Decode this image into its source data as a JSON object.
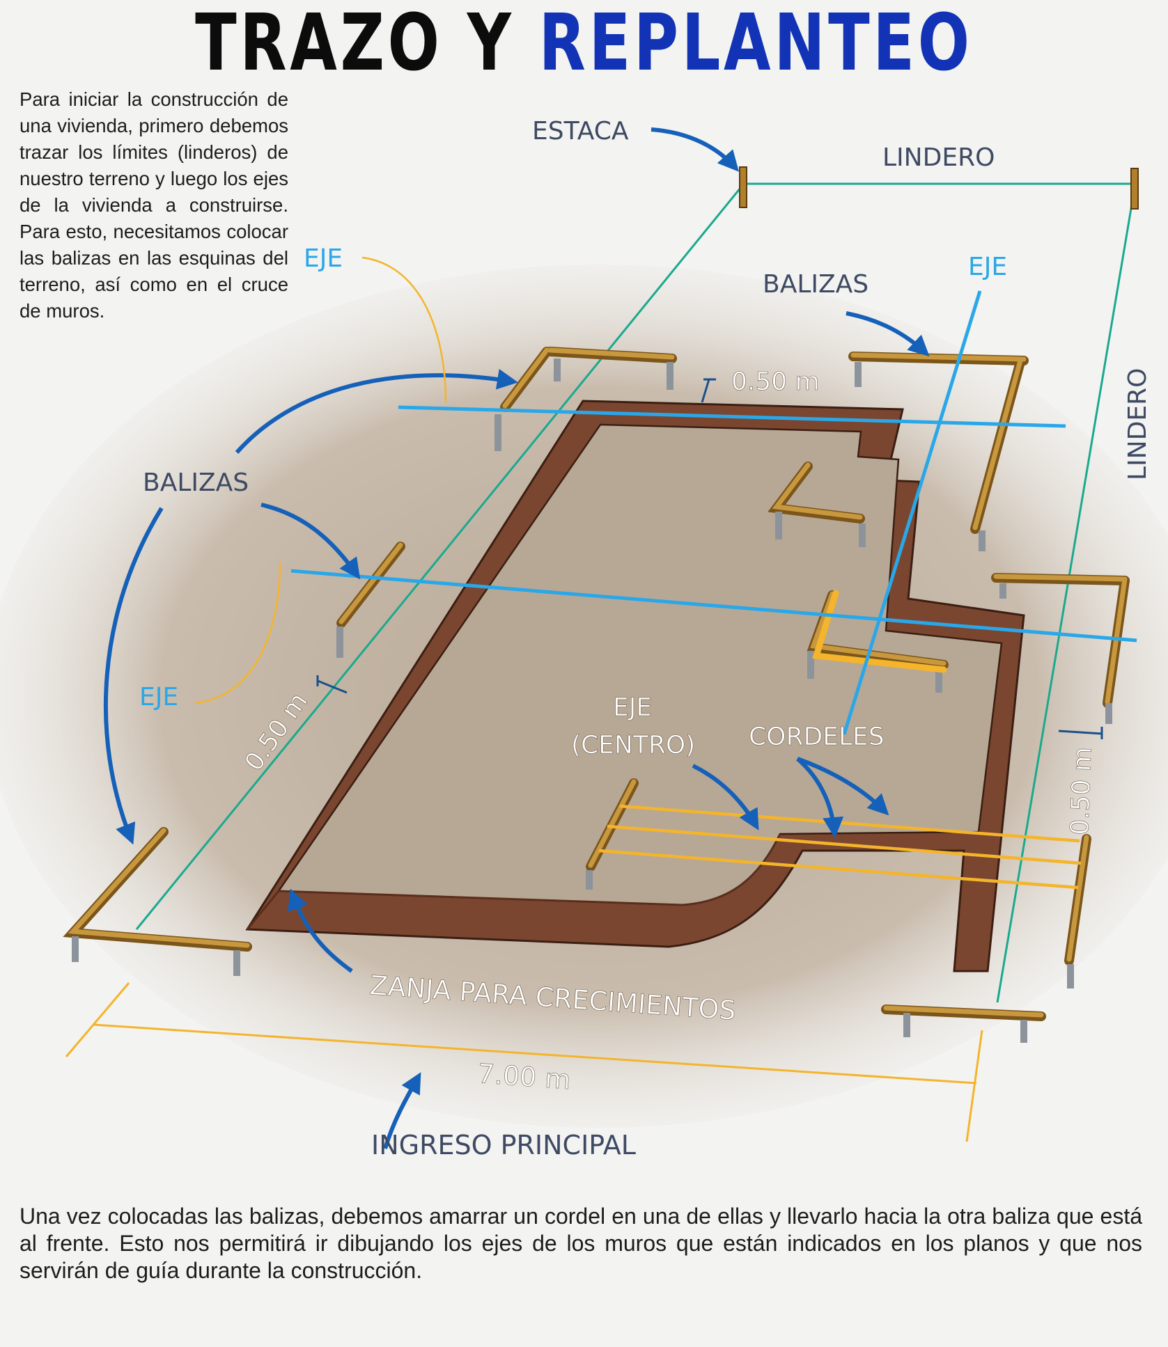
{
  "title": {
    "word1": "TRAZO Y",
    "word2": "REPLANTEO"
  },
  "intro": "Para iniciar la construcción de una vivienda, primero debemos trazar los límites (linderos) de nuestro terreno y luego los ejes de la vivienda a construirse. Para esto, necesitamos colocar las balizas en las esquinas del terreno, así como en el cruce de muros.",
  "labels": {
    "estaca": "ESTACA",
    "lindero_top": "LINDERO",
    "lindero_side": "LINDERO",
    "eje_upper_left": "EJE",
    "eje_upper_right": "EJE",
    "eje_lower_left": "EJE",
    "balizas_top": "BALIZAS",
    "balizas_left": "BALIZAS",
    "dim_top": "0.50 m",
    "dim_left": "0.50 m",
    "dim_right": "0.50 m",
    "eje_centro_line1": "EJE",
    "eje_centro_line2": "(CENTRO)",
    "cordeles": "CORDELES",
    "zanja": "ZANJA PARA CRECIMIENTOS",
    "dim_width": "7.00 m",
    "ingreso": "INGRESO PRINCIPAL"
  },
  "outro": "Una vez colocadas las balizas, debemos amarrar un cordel en una de ellas y llevarlo hacia la otra baliza que está al frente. Esto nos permitirá ir dibujando los ejes de los muros que están indicados en los planos y que nos servirán de guía durante la construcción.",
  "colors": {
    "title_black": "#0c0c0c",
    "title_blue": "#1233b6",
    "eje_blue": "#2aa7e8",
    "arrow_blue": "#1560b8",
    "lindero_green": "#1aa98e",
    "cordel_yellow": "#f4b42c",
    "label_slate": "#3e4a63",
    "wood": "#b0802c",
    "trench": "#6e3d28",
    "ground": "#b3a391"
  }
}
